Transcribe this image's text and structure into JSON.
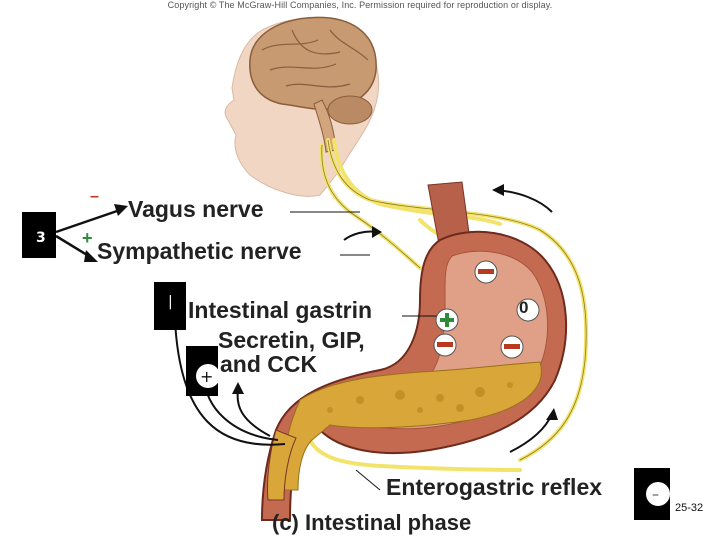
{
  "copyright": "Copyright © The McGraw-Hill Companies, Inc. Permission required for reproduction or display.",
  "labels": {
    "vagus_nerve": "Vagus nerve",
    "sympathetic_nerve": "Sympathetic nerve",
    "intestinal_gastrin": "Intestinal gastrin",
    "secretin_line1": "Secretin, GIP,",
    "secretin_line2": "and CCK",
    "enterogastric_reflex": "Enterogastric reflex"
  },
  "caption": "(c) Intestinal phase",
  "page_number": "25-32",
  "signs": {
    "vagus": "–",
    "sympathetic": "+",
    "stomach_top": "–",
    "stomach_plus": "+",
    "stomach_zero": "0",
    "stomach_minus_left": "–",
    "stomach_minus_right": "–"
  },
  "colors": {
    "nerve": "#f2e36b",
    "stomach": "#c46a50",
    "chyme": "#d9a63a",
    "plus_green": "#2e8b3a",
    "minus_red": "#b63a20"
  }
}
